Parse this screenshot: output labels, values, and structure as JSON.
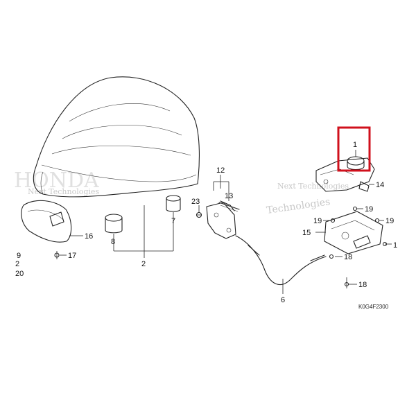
{
  "diagram": {
    "code": "K0G4F2300",
    "watermarks": [
      "Next Technologies",
      "Next Technologies",
      "Technologies",
      "HONDA"
    ],
    "labels": [
      {
        "id": "callout-1-top",
        "text": "1"
      },
      {
        "id": "callout-1-side",
        "text": "1"
      },
      {
        "id": "callout-2",
        "text": "2"
      },
      {
        "id": "callout-6",
        "text": "6"
      },
      {
        "id": "callout-7",
        "text": "7"
      },
      {
        "id": "callout-8",
        "text": "8"
      },
      {
        "id": "callout-9",
        "text": "9"
      },
      {
        "id": "callout-12",
        "text": "12"
      },
      {
        "id": "callout-13",
        "text": "13"
      },
      {
        "id": "callout-14",
        "text": "14"
      },
      {
        "id": "callout-15",
        "text": "15"
      },
      {
        "id": "callout-16",
        "text": "16"
      },
      {
        "id": "callout-17",
        "text": "17"
      },
      {
        "id": "callout-18-a",
        "text": "18"
      },
      {
        "id": "callout-18-b",
        "text": "18"
      },
      {
        "id": "callout-19-a",
        "text": "19"
      },
      {
        "id": "callout-19-b",
        "text": "19"
      },
      {
        "id": "callout-19-c",
        "text": "19"
      },
      {
        "id": "callout-20",
        "text": "20"
      },
      {
        "id": "callout-21",
        "text": "2"
      },
      {
        "id": "callout-23",
        "text": "23"
      }
    ],
    "highlight_color": "#d0101c"
  }
}
